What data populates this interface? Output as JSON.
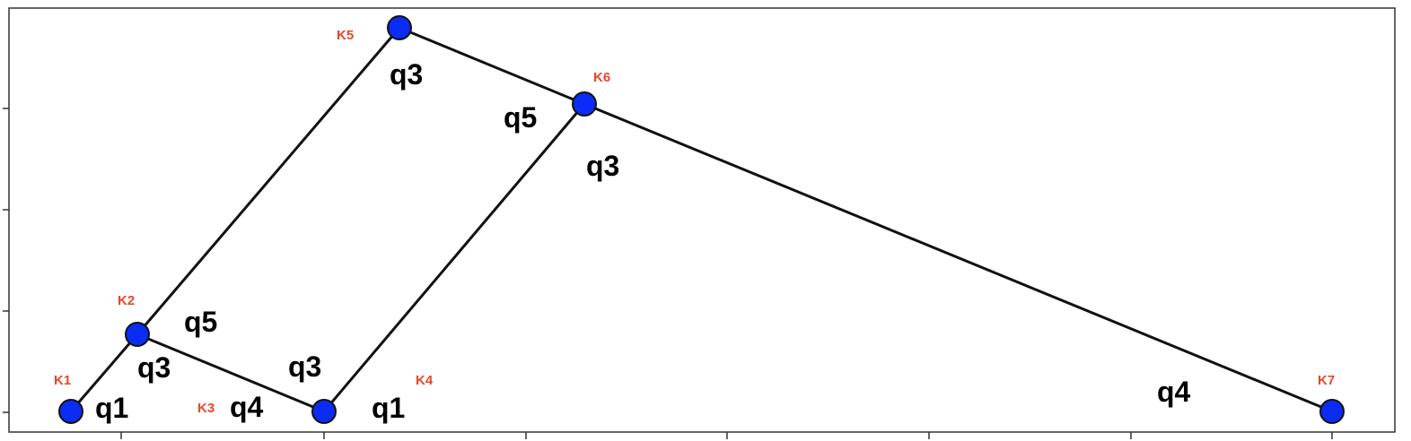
{
  "colors": {
    "node_fill": "#0a2cf5",
    "node_stroke": "#111111",
    "edge": "#111111",
    "node_label": "#e8472a",
    "edge_label": "#000000",
    "frame": "#333333"
  },
  "nodes": [
    {
      "id": "K1",
      "label": "K1"
    },
    {
      "id": "K2",
      "label": "K2"
    },
    {
      "id": "K3",
      "label": "K3"
    },
    {
      "id": "K4",
      "label": "K4"
    },
    {
      "id": "K5",
      "label": "K5"
    },
    {
      "id": "K6",
      "label": "K6"
    },
    {
      "id": "K7",
      "label": "K7"
    }
  ],
  "edges": [
    {
      "from": "K1",
      "to": "K2"
    },
    {
      "from": "K2",
      "to": "K3"
    },
    {
      "from": "K2",
      "to": "K5"
    },
    {
      "from": "K3",
      "to": "K6"
    },
    {
      "from": "K5",
      "to": "K6"
    },
    {
      "from": "K6",
      "to": "K7"
    }
  ],
  "edge_labels": [
    {
      "text": "q1"
    },
    {
      "text": "q5"
    },
    {
      "text": "q3"
    },
    {
      "text": "q4"
    },
    {
      "text": "q3"
    },
    {
      "text": "q1"
    },
    {
      "text": "q3"
    },
    {
      "text": "q5"
    },
    {
      "text": "q3"
    },
    {
      "text": "q4"
    }
  ]
}
